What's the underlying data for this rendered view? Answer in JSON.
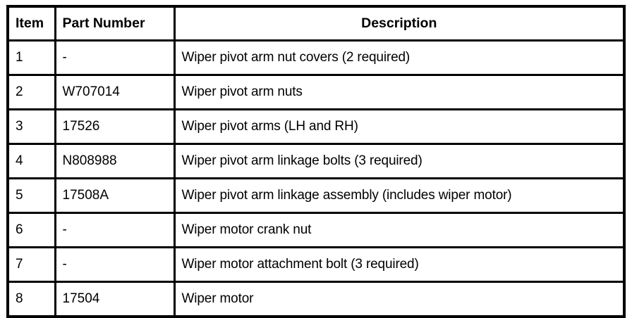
{
  "table": {
    "columns": [
      {
        "key": "item",
        "label": "Item",
        "align": "left"
      },
      {
        "key": "part_number",
        "label": "Part Number",
        "align": "left"
      },
      {
        "key": "description",
        "label": "Description",
        "align": "center"
      }
    ],
    "rows": [
      {
        "item": "1",
        "part_number": "-",
        "description": "Wiper pivot arm nut covers (2 required)"
      },
      {
        "item": "2",
        "part_number": "W707014",
        "description": "Wiper pivot arm nuts"
      },
      {
        "item": "3",
        "part_number": "17526",
        "description": "Wiper pivot arms (LH and RH)"
      },
      {
        "item": "4",
        "part_number": "N808988",
        "description": "Wiper pivot arm linkage bolts (3 required)"
      },
      {
        "item": "5",
        "part_number": "17508A",
        "description": "Wiper pivot arm linkage assembly (includes wiper motor)"
      },
      {
        "item": "6",
        "part_number": "-",
        "description": "Wiper motor crank nut"
      },
      {
        "item": "7",
        "part_number": "-",
        "description": "Wiper motor attachment bolt (3 required)"
      },
      {
        "item": "8",
        "part_number": "17504",
        "description": "Wiper motor"
      }
    ]
  },
  "style": {
    "border_color": "#000000",
    "background_color": "#ffffff",
    "text_color": "#000000"
  }
}
